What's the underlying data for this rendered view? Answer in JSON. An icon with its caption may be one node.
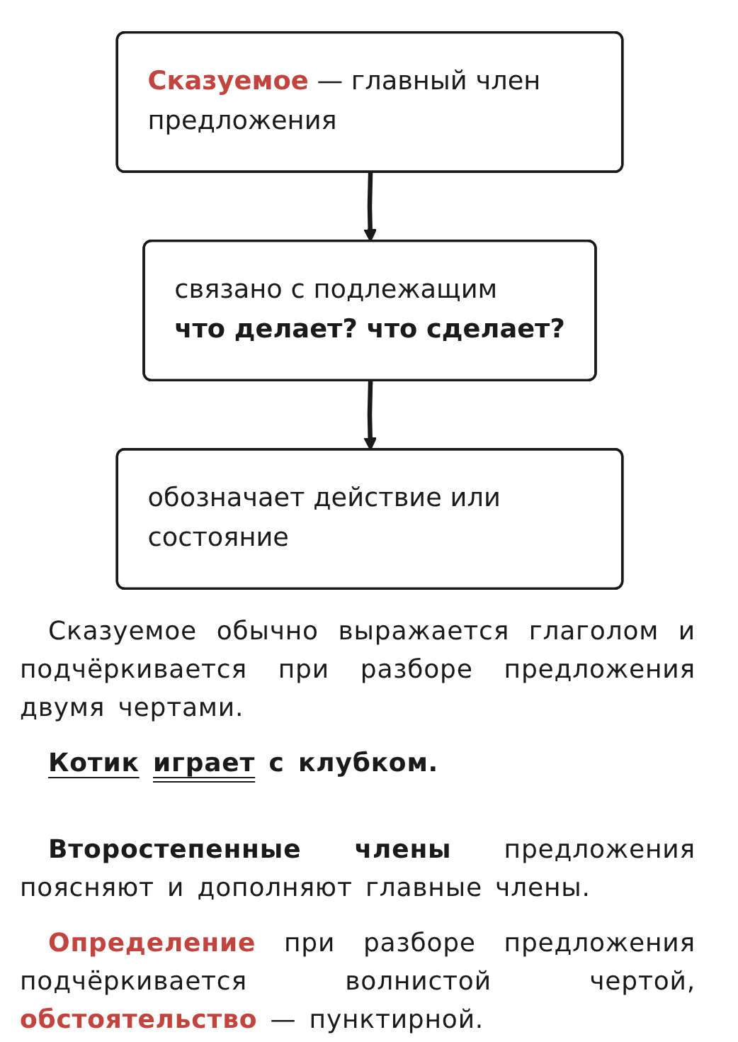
{
  "diagram": {
    "nodes": [
      {
        "text": [
          "**Сказуемое** — главный член предложения"
        ]
      },
      {
        "text": [
          "связано с подлежащим",
          "что делает? что сделает?"
        ]
      },
      {
        "text": [
          "обозначает действие или состояние"
        ]
      }
    ],
    "edges": [
      {
        "from": 0,
        "to": 1,
        "arrow": "to"
      },
      {
        "from": 1,
        "to": 2,
        "arrow": "to"
      }
    ],
    "labels": [
      "Сказуемое обычно выражается глаголом и подчёркивается при разборе предложения двумя чертами.",
      "Котик играет с клубком.",
      "**Второстепенные члены** предложения поясняют и дополняют главные члены.",
      "**Определение** при разборе предложения подчёркивается волнистой чертой, **обстоятельство** — пунктирной."
    ]
  }
}
